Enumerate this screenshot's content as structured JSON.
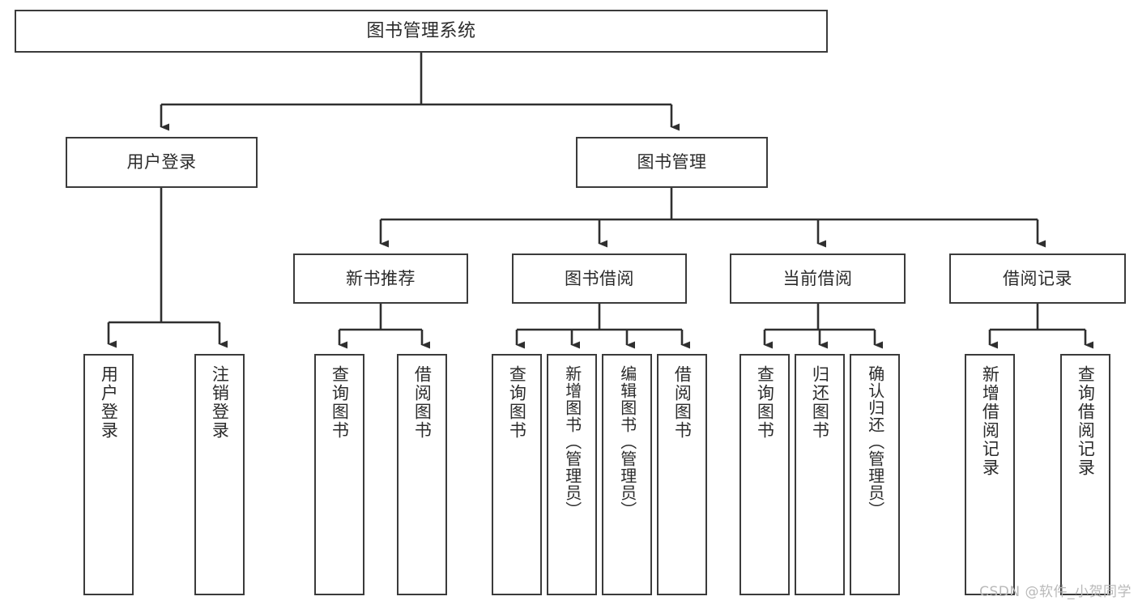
{
  "diagram": {
    "type": "tree",
    "title": "图书管理系统",
    "orientation": "top-down",
    "colors": {
      "box_border": "#3b3b3b",
      "box_fill": "#ffffff",
      "connector": "#2f2f2f",
      "text": "#2b2b2b",
      "watermark": "#b9b9b9",
      "background": "#ffffff"
    },
    "root": {
      "label": "图书管理系统"
    },
    "level2": [
      {
        "label": "用户登录"
      },
      {
        "label": "图书管理"
      }
    ],
    "level3": [
      {
        "label": "新书推荐"
      },
      {
        "label": "图书借阅"
      },
      {
        "label": "当前借阅"
      },
      {
        "label": "借阅记录"
      }
    ],
    "leaves": {
      "user_login": [
        {
          "label": "用户登录"
        },
        {
          "label": "注销登录"
        }
      ],
      "new_book": [
        {
          "label": "查询图书"
        },
        {
          "label": "借阅图书"
        }
      ],
      "borrow_book": [
        {
          "label": "查询图书"
        },
        {
          "label": "新增图书（管理员）"
        },
        {
          "label": "编辑图书（管理员）"
        },
        {
          "label": "借阅图书"
        }
      ],
      "current_borrow": [
        {
          "label": "查询图书"
        },
        {
          "label": "归还图书"
        },
        {
          "label": "确认归还（管理员）"
        }
      ],
      "borrow_record": [
        {
          "label": "新增借阅记录"
        },
        {
          "label": "查询借阅记录"
        }
      ]
    }
  },
  "watermark": {
    "text": "CSDN @软件_小贺同学"
  }
}
